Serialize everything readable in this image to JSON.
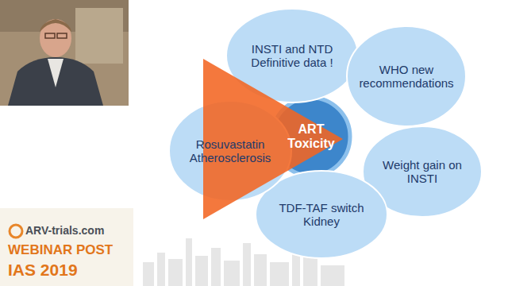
{
  "diagram": {
    "nodes": [
      {
        "text": [
          "ART Toxicity"
        ]
      },
      {
        "text": [
          "INSTI and NTD Definitive data !"
        ]
      },
      {
        "text": [
          "WHO new recommendations"
        ]
      },
      {
        "text": [
          "Weight gain on INSTI"
        ]
      },
      {
        "text": [
          "TDF-TAF switch Kidney"
        ]
      },
      {
        "text": [
          "Rosuvastatin Atherosclerosis"
        ]
      }
    ],
    "labels": [
      "ARV-trials.com",
      "WEBINAR POST",
      "IAS 2019"
    ]
  }
}
